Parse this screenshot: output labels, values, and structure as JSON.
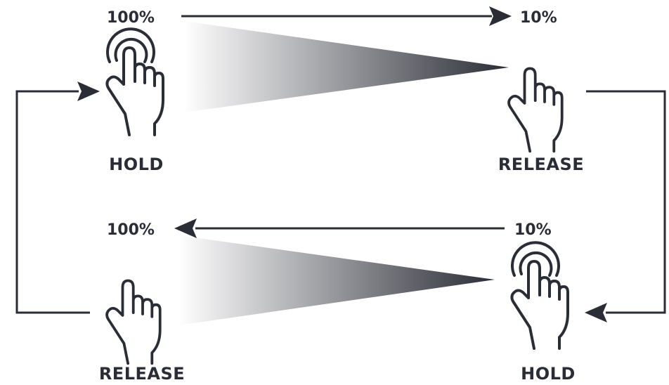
{
  "top": {
    "start_percent": "100%",
    "end_percent": "10%",
    "left_action": "HOLD",
    "right_action": "RELEASE"
  },
  "bottom": {
    "start_percent": "10%",
    "end_percent": "100%",
    "left_action": "RELEASE",
    "right_action": "HOLD"
  },
  "colors": {
    "ink": "#2b2d36",
    "gradient_light": "#ffffff",
    "gradient_dark": "#2b2d36"
  },
  "icons": {
    "hold": "hand-tap-hold-icon",
    "release": "hand-pointer-icon"
  }
}
